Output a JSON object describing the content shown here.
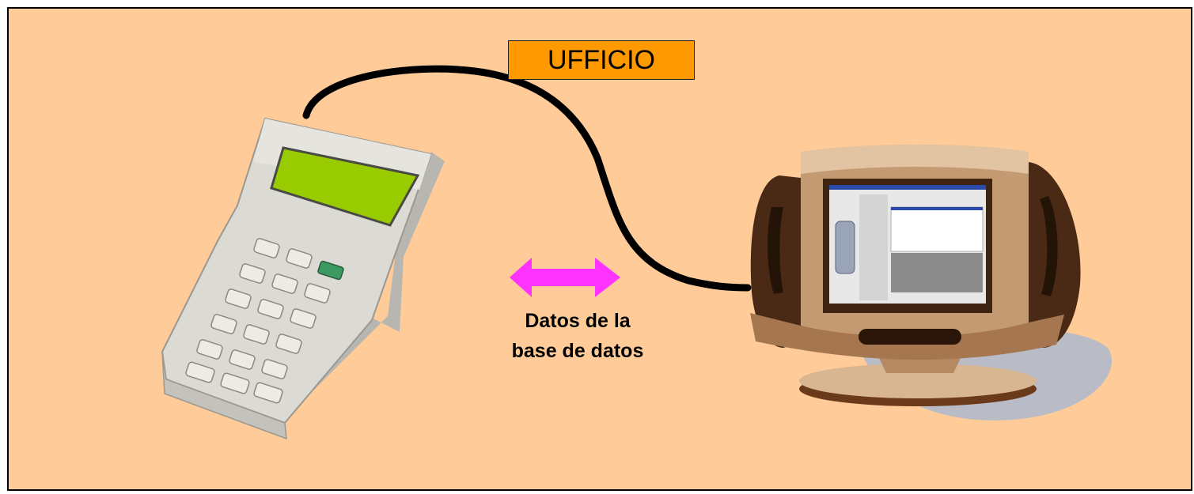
{
  "office_label": "UFFICIO",
  "caption": {
    "line1": "Datos de la",
    "line2": "base de datos"
  },
  "colors": {
    "background": "#ffcc99",
    "label_fill": "#ff9900",
    "arrow": "#ff33ff",
    "cable": "#000000",
    "lcd": "#99cc00"
  },
  "icons": [
    "handheld-terminal-icon",
    "computer-monitor-icon",
    "double-arrow-icon"
  ]
}
